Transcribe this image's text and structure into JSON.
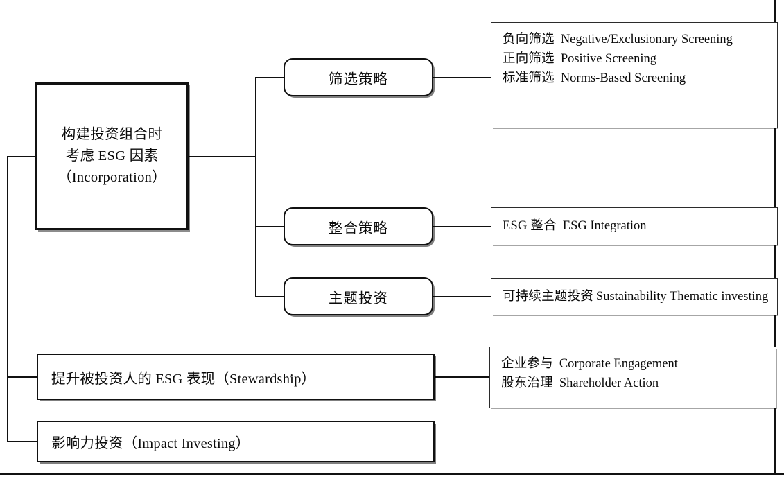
{
  "diagram": {
    "title_main": "构建投资组合时\n考虑 ESG 因素\n（Incorporation）",
    "main_node": {
      "line1": "构建投资组合时",
      "line2": "考虑 ESG 因素",
      "line3": "（Incorporation）"
    },
    "strategy_nodes": [
      {
        "id": "screening",
        "label": "筛选策略"
      },
      {
        "id": "integration",
        "label": "整合策略"
      },
      {
        "id": "thematic",
        "label": "主题投资"
      }
    ],
    "detail_panels": [
      {
        "id": "screening-details",
        "rows": [
          {
            "zh": "负向筛选",
            "en": "Negative/Exclusionary Screening"
          },
          {
            "zh": "正向筛选",
            "en": "Positive Screening"
          },
          {
            "zh": "标准筛选",
            "en": "Norms-Based Screening"
          }
        ]
      },
      {
        "id": "integration-details",
        "rows": [
          {
            "zh": "ESG 整合",
            "en": "ESG Integration"
          }
        ]
      },
      {
        "id": "thematic-details",
        "rows": [
          {
            "zh": "可持续主题投资",
            "en": "Sustainability Thematic investing"
          }
        ]
      },
      {
        "id": "stewardship-details",
        "rows": [
          {
            "zh": "企业参与",
            "en": "Corporate Engagement"
          },
          {
            "zh": "股东治理",
            "en": "Shareholder Action"
          }
        ]
      }
    ],
    "bottom_nodes": [
      {
        "id": "stewardship",
        "label": "提升被投资人的 ESG 表现（Stewardship）"
      },
      {
        "id": "impact",
        "label": "影响力投资（Impact Investing）"
      }
    ],
    "colors": {
      "stroke": "#111111",
      "background": "#ffffff",
      "text": "#0a0a0a"
    }
  }
}
